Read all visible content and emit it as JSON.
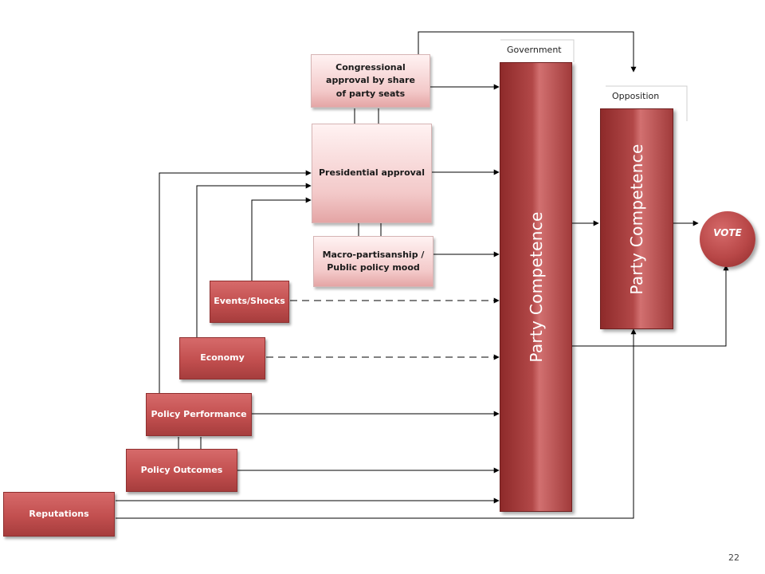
{
  "labels": {
    "government": "Government",
    "opposition": "Opposition",
    "party_competence_government": "Party Competence",
    "party_competence_opposition": "Party Competence",
    "vote": "VOTE",
    "page_number": "22"
  },
  "boxes": {
    "congressional_approval": "Congressional approval by share of party seats",
    "presidential_approval": "Presidential approval",
    "macro_partisanship": "Macro-partisanship / Public policy mood",
    "events_shocks": "Events/Shocks",
    "economy": "Economy",
    "policy_performance": "Policy Performance",
    "policy_outcomes": "Policy Outcomes",
    "reputations": "Reputations"
  },
  "colors": {
    "dark_red": "#b24848",
    "light_pink": "#f3c9c9",
    "line": "#000000"
  }
}
